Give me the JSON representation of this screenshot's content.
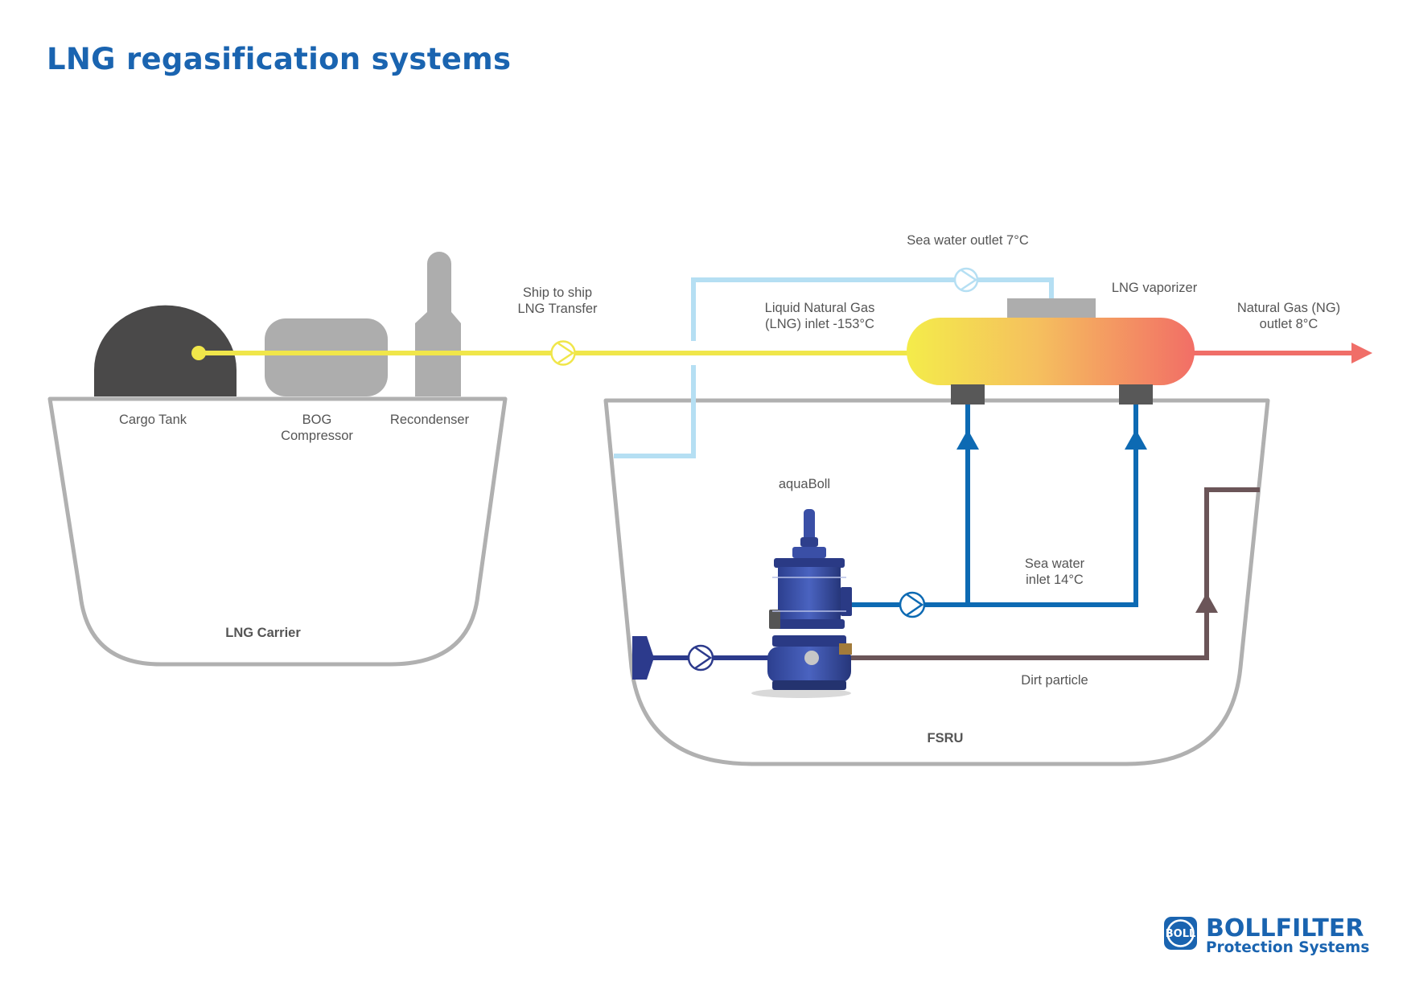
{
  "title": "LNG regasification systems",
  "labels": {
    "cargo_tank": "Cargo Tank",
    "bog_compressor": [
      "BOG",
      "Compressor"
    ],
    "recondenser": "Recondenser",
    "lng_carrier": "LNG Carrier",
    "ship_to_ship": [
      "Ship to ship",
      "LNG Transfer"
    ],
    "sea_water_outlet": "Sea water outlet 7°C",
    "lng_inlet": [
      "Liquid Natural Gas",
      "(LNG) inlet -153°C"
    ],
    "lng_vaporizer": "LNG vaporizer",
    "ng_outlet": [
      "Natural Gas (NG)",
      "outlet 8°C"
    ],
    "aquaboll": "aquaBoll",
    "sea_water_inlet": [
      "Sea water",
      "inlet 14°C"
    ],
    "dirt_particle": "Dirt particle",
    "fsru": "FSRU"
  },
  "logo": {
    "name": "BOLLFILTER",
    "tagline": "Protection Systems",
    "monogram": "BOLL"
  },
  "colors": {
    "title": "#1a64b0",
    "lng_line": "#f0e64a",
    "sea_water_outlet_line": "#b5dff3",
    "sea_water_inlet_line": "#0d6ab3",
    "pump_line": "#2c3a8c",
    "dirt_line": "#6b5558",
    "ng_outlet_line": "#f06e68",
    "hull": "#b0b0b0",
    "equipment_dark": "#4a4949",
    "equipment_light": "#adadad"
  }
}
